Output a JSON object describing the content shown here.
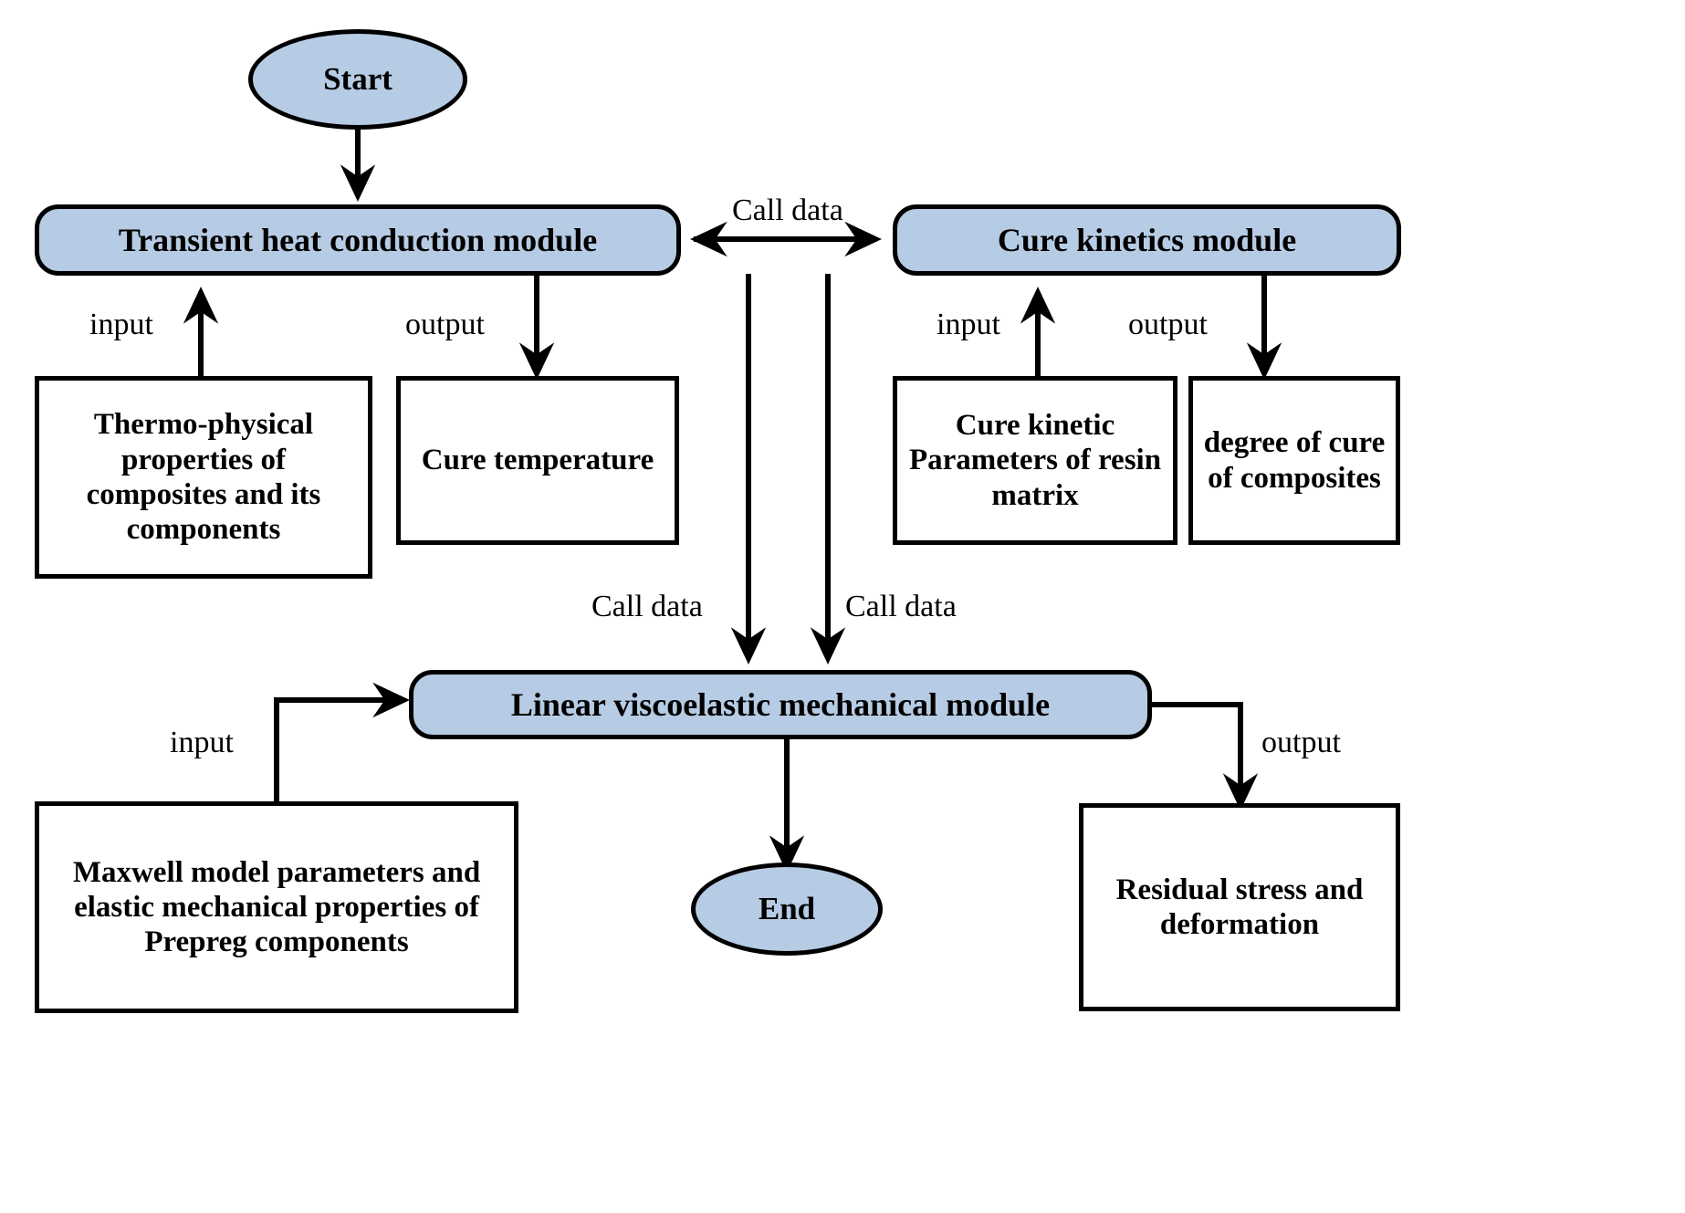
{
  "diagram": {
    "title": "Composite curing simulation module flowchart",
    "accent_fill": "#b6cbe4",
    "stroke_color": "#000000",
    "background": "#ffffff",
    "nodes": {
      "start": {
        "label": "Start",
        "shape": "ellipse"
      },
      "end": {
        "label": "End",
        "shape": "ellipse"
      },
      "heat_module": {
        "label": "Transient heat conduction module",
        "shape": "rounded-rect"
      },
      "cure_module": {
        "label": "Cure kinetics module",
        "shape": "rounded-rect"
      },
      "mech_module": {
        "label": "Linear viscoelastic mechanical module",
        "shape": "rounded-rect"
      },
      "thermo_props": {
        "label": "Thermo-physical properties of composites and its components",
        "shape": "rect"
      },
      "cure_temperature": {
        "label": "Cure temperature",
        "shape": "rect"
      },
      "cure_params": {
        "label": "Cure kinetic Parameters of resin matrix",
        "shape": "rect"
      },
      "degree_of_cure": {
        "label": "degree of cure of composites",
        "shape": "rect"
      },
      "maxwell_params": {
        "label": "Maxwell model parameters and  elastic mechanical properties of Prepreg components",
        "shape": "rect"
      },
      "residual_stress": {
        "label": "Residual stress and deformation",
        "shape": "rect"
      }
    },
    "edge_labels": {
      "call_data_top": "Call data",
      "call_data_left": "Call data",
      "call_data_right": "Call data",
      "input_heat": "input",
      "output_heat": "output",
      "input_cure": "input",
      "output_cure": "output",
      "input_mech": "input",
      "output_mech": "output"
    }
  }
}
